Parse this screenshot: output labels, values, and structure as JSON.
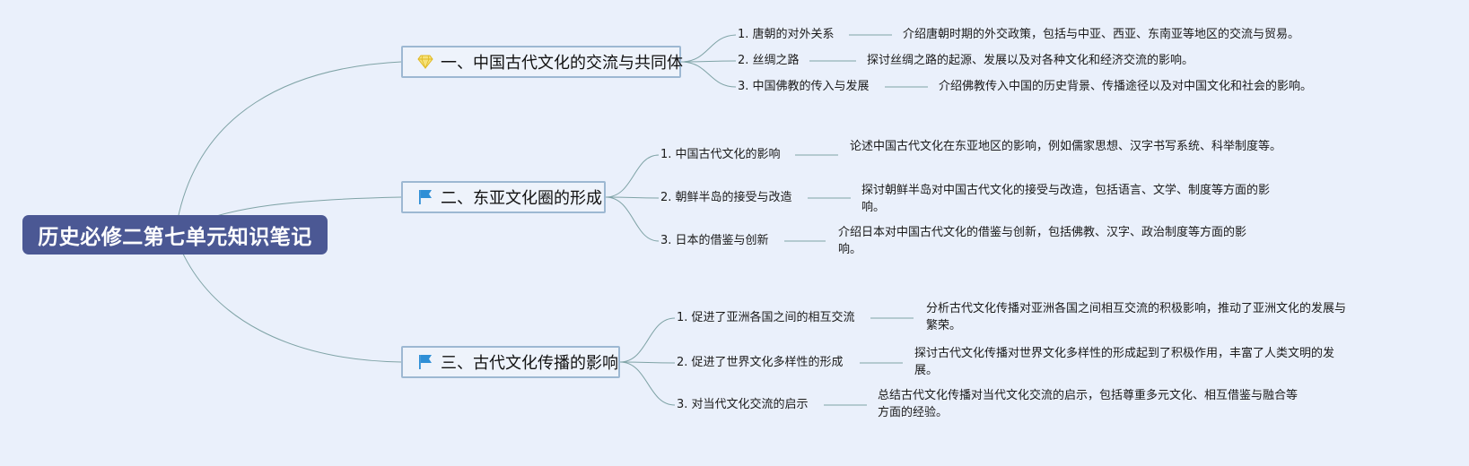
{
  "root": {
    "title": "历史必修二第七单元知识笔记"
  },
  "colors": {
    "background": "#eaf0fb",
    "root_fill": "#4b5894",
    "branch_border": "#9db8d2",
    "connector": "#7fa3a6",
    "flag": "#2f8fd6",
    "gem": "#f2d64a"
  },
  "branches": [
    {
      "icon": "diamond-icon",
      "label": "一、中国古代文化的交流与共同体",
      "children": [
        {
          "label": "1. 唐朝的对外关系",
          "desc": "介绍唐朝时期的外交政策，包括与中亚、西亚、东南亚等地区的交流与贸易。"
        },
        {
          "label": "2. 丝绸之路",
          "desc": "探讨丝绸之路的起源、发展以及对各种文化和经济交流的影响。"
        },
        {
          "label": "3. 中国佛教的传入与发展",
          "desc": "介绍佛教传入中国的历史背景、传播途径以及对中国文化和社会的影响。"
        }
      ]
    },
    {
      "icon": "flag-icon",
      "label": "二、东亚文化圈的形成",
      "children": [
        {
          "label": "1. 中国古代文化的影响",
          "desc": "论述中国古代文化在东亚地区的影响，例如儒家思想、汉字书写系统、科举制度等。"
        },
        {
          "label": "2. 朝鲜半岛的接受与改造",
          "desc": "探讨朝鲜半岛对中国古代文化的接受与改造，包括语言、文学、制度等方面的影响。"
        },
        {
          "label": "3. 日本的借鉴与创新",
          "desc": "介绍日本对中国古代文化的借鉴与创新，包括佛教、汉字、政治制度等方面的影响。"
        }
      ]
    },
    {
      "icon": "flag-icon",
      "label": "三、古代文化传播的影响",
      "children": [
        {
          "label": "1. 促进了亚洲各国之间的相互交流",
          "desc": "分析古代文化传播对亚洲各国之间相互交流的积极影响，推动了亚洲文化的发展与繁荣。"
        },
        {
          "label": "2. 促进了世界文化多样性的形成",
          "desc": "探讨古代文化传播对世界文化多样性的形成起到了积极作用，丰富了人类文明的发展。"
        },
        {
          "label": "3. 对当代文化交流的启示",
          "desc": "总结古代文化传播对当代文化交流的启示，包括尊重多元文化、相互借鉴与融合等方面的经验。"
        }
      ]
    }
  ]
}
